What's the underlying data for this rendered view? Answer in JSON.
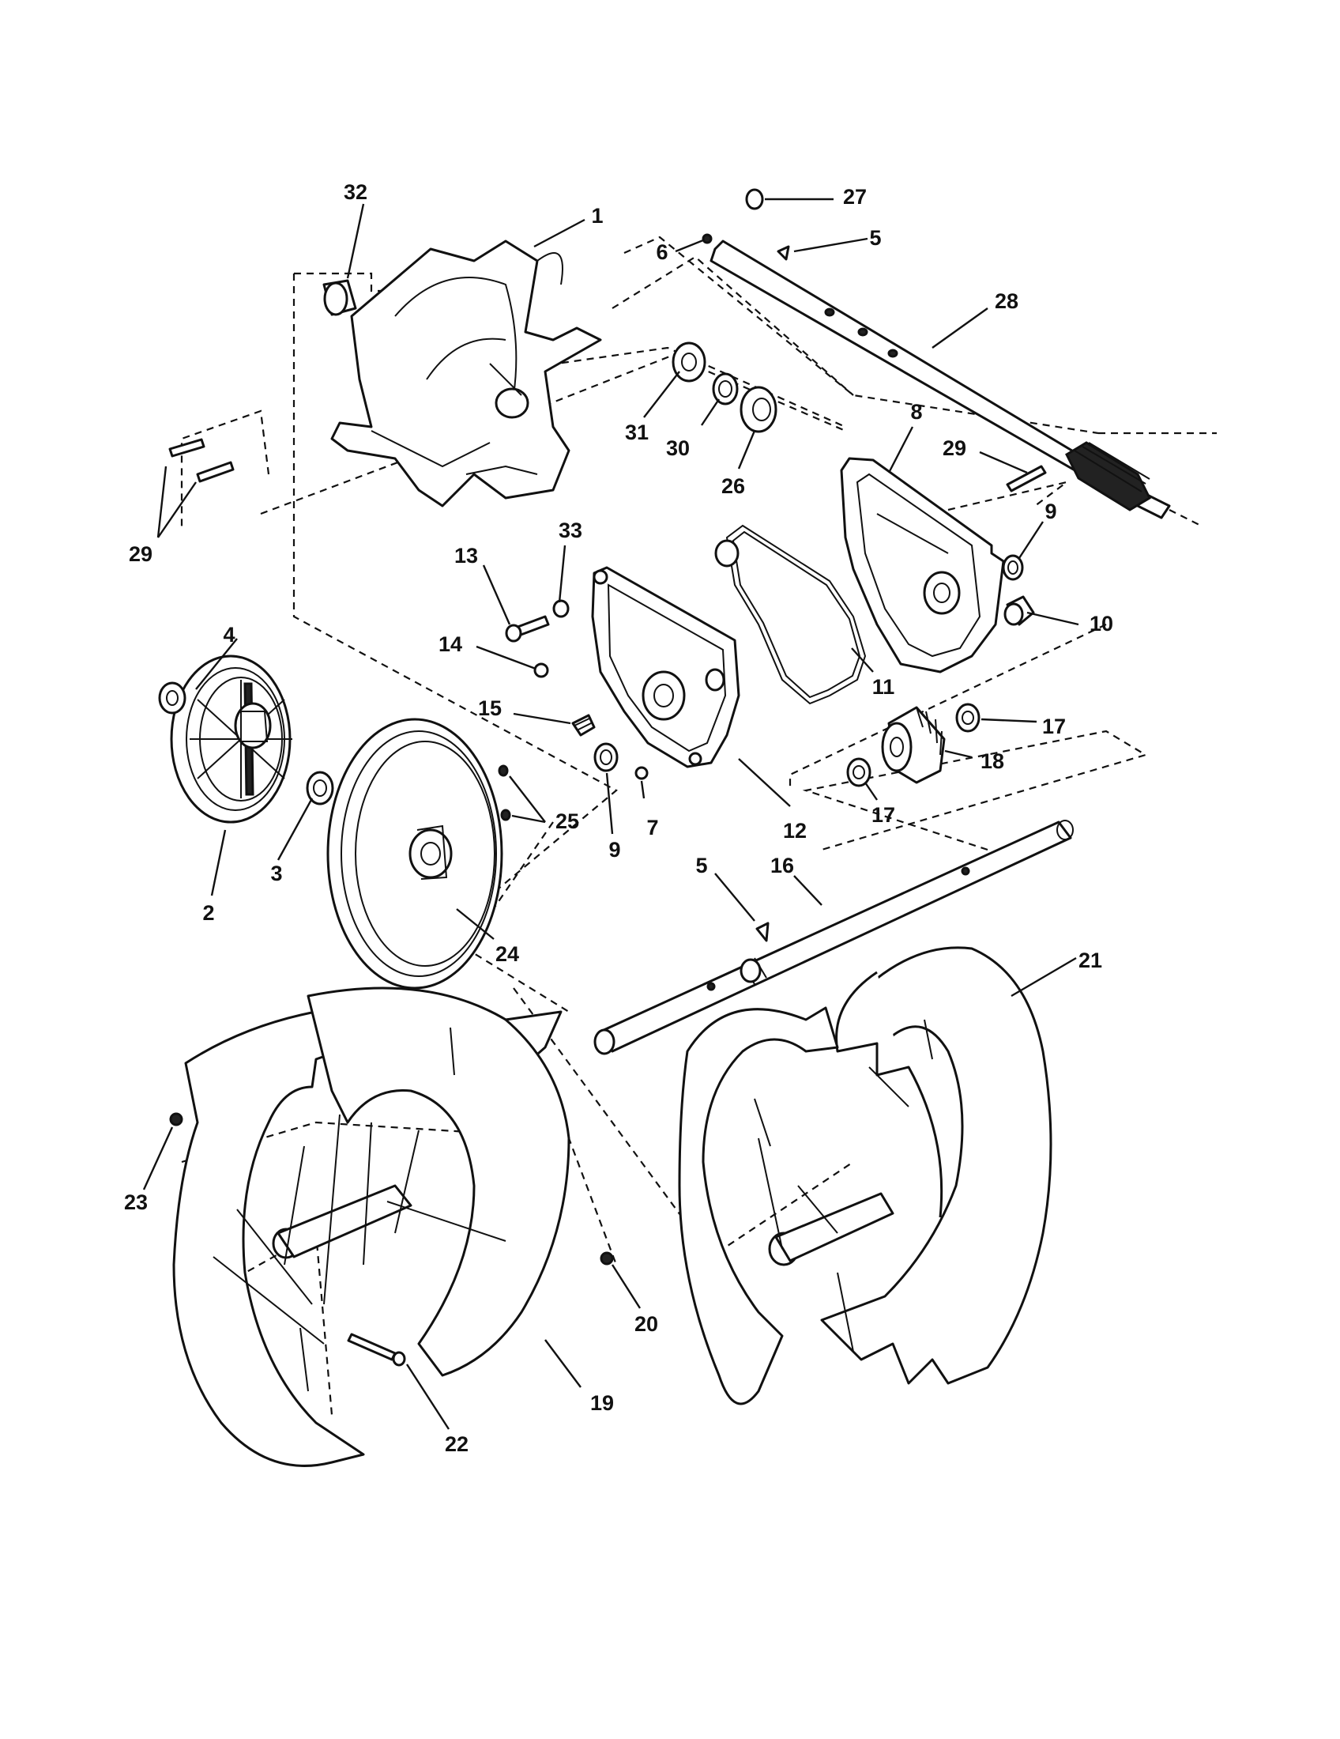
{
  "labels": [
    "1",
    "2",
    "3",
    "4",
    "5",
    "5",
    "6",
    "7",
    "8",
    "9",
    "9",
    "10",
    "11",
    "12",
    "13",
    "14",
    "15",
    "16",
    "17",
    "17",
    "18",
    "19",
    "20",
    "21",
    "22",
    "23",
    "24",
    "25",
    "26",
    "27",
    "28",
    "29",
    "29",
    "30",
    "31",
    "32",
    "33"
  ],
  "parts": {
    "housing": "1",
    "pulley_hub": "2",
    "bearing": "3",
    "bearing_small": "4",
    "key": "5",
    "fitting": "6",
    "plug": "7",
    "gear_case_half": "8",
    "seal": "9",
    "bushing": "10",
    "gasket": "11",
    "gear_case_cover": "12",
    "bolt_a": "13",
    "bolt_b": "14",
    "vent": "15",
    "auger_shaft": "16",
    "washer": "17",
    "worm_gear": "18",
    "auger_left": "19",
    "nut_right": "20",
    "auger_right": "21",
    "shear_bolt": "22",
    "nut_left": "23",
    "pulley": "24",
    "set_screws": "25",
    "bearing_b": "26",
    "retaining_ring": "27",
    "worm_shaft": "28",
    "roll_pins": "29",
    "washer_b": "30",
    "flange_bearing": "31",
    "spacer": "32",
    "lock_washer": "33"
  }
}
